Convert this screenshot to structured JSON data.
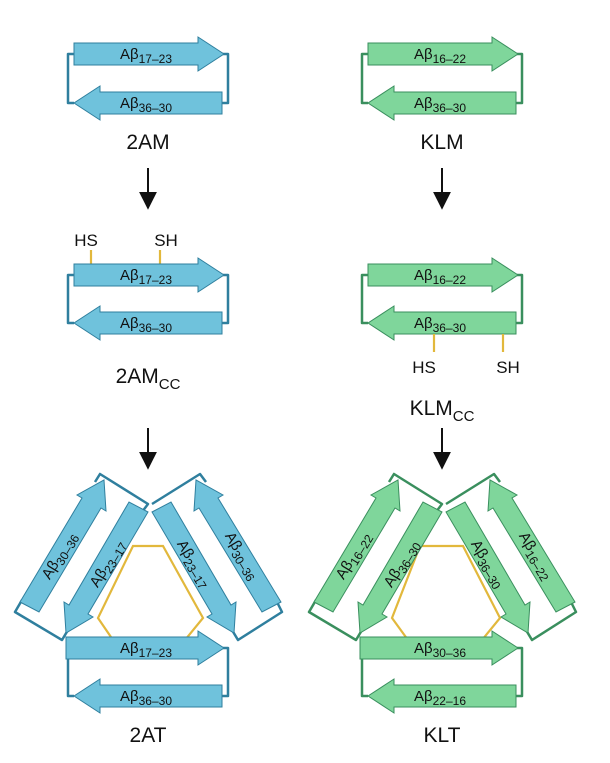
{
  "colors": {
    "blue_fill": "#6fc2dc",
    "blue_stroke": "#2f7f9e",
    "green_fill": "#7fd69b",
    "green_stroke": "#3a8f5e",
    "disulfide": "#e2b83c",
    "text": "#111111"
  },
  "left": {
    "row1": {
      "top_strand": {
        "prefix": "Aβ",
        "sub": "17–23"
      },
      "bottom_strand": {
        "prefix": "Aβ",
        "sub": "36–30"
      },
      "label": "2AM"
    },
    "row2": {
      "top_strand": {
        "prefix": "Aβ",
        "sub": "17–23"
      },
      "bottom_strand": {
        "prefix": "Aβ",
        "sub": "36–30"
      },
      "thiol_left": "HS",
      "thiol_right": "SH",
      "label_main": "2AM",
      "label_sub": "CC"
    },
    "row3": {
      "left_outer": {
        "prefix": "Aβ",
        "sub": "30–36"
      },
      "left_inner": {
        "prefix": "Aβ",
        "sub": "23–17"
      },
      "right_inner": {
        "prefix": "Aβ",
        "sub": "23–17"
      },
      "right_outer": {
        "prefix": "Aβ",
        "sub": "30–36"
      },
      "bottom_top": {
        "prefix": "Aβ",
        "sub": "17–23"
      },
      "bottom_bottom": {
        "prefix": "Aβ",
        "sub": "36–30"
      },
      "label": "2AT"
    }
  },
  "right": {
    "row1": {
      "top_strand": {
        "prefix": "Aβ",
        "sub": "16–22"
      },
      "bottom_strand": {
        "prefix": "Aβ",
        "sub": "36–30"
      },
      "label": "KLM"
    },
    "row2": {
      "top_strand": {
        "prefix": "Aβ",
        "sub": "16–22"
      },
      "bottom_strand": {
        "prefix": "Aβ",
        "sub": "36–30"
      },
      "thiol_left": "HS",
      "thiol_right": "SH",
      "label_main": "KLM",
      "label_sub": "CC"
    },
    "row3": {
      "left_outer": {
        "prefix": "Aβ",
        "sub": "16–22"
      },
      "left_inner": {
        "prefix": "Aβ",
        "sub": "36–30"
      },
      "right_inner": {
        "prefix": "Aβ",
        "sub": "36–30"
      },
      "right_outer": {
        "prefix": "Aβ",
        "sub": "16–22"
      },
      "bottom_top": {
        "prefix": "Aβ",
        "sub": "30–36"
      },
      "bottom_bottom": {
        "prefix": "Aβ",
        "sub": "22–16"
      },
      "label": "KLT"
    }
  }
}
